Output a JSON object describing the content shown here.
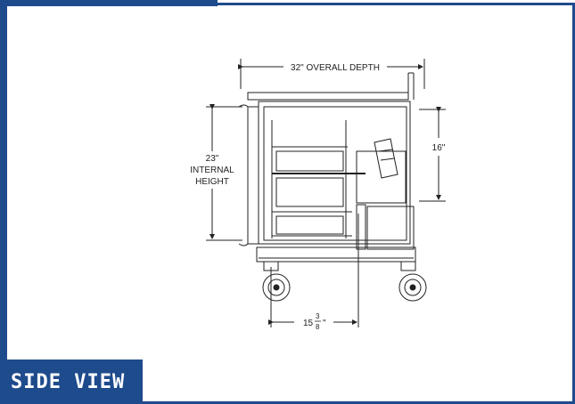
{
  "labels": {
    "overall_depth": "32\" OVERALL DEPTH",
    "internal_height_value": "23\"",
    "internal_height_line1": "INTERNAL",
    "internal_height_line2": "HEIGHT",
    "right_height": "16\"",
    "bottom_whole": "15",
    "bottom_num": "3",
    "bottom_den": "8",
    "bottom_inch": "\""
  },
  "section_tag": "SIDE VIEW",
  "colors": {
    "accent": "#1e4b8c",
    "line": "#222222"
  }
}
